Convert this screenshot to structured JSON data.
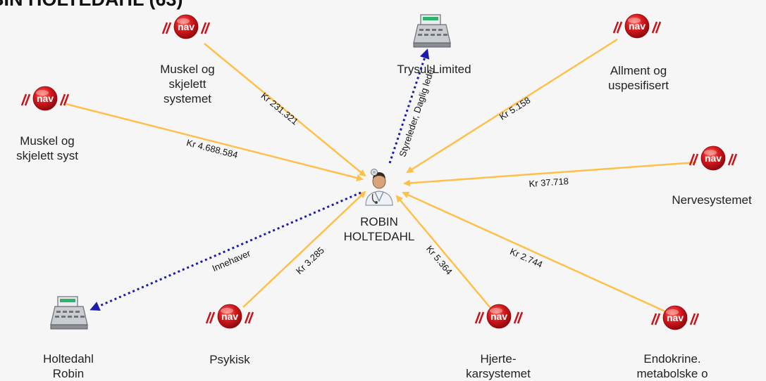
{
  "title": "BIN HOLTEDAHL (63)",
  "colors": {
    "background": "#f6f6f6",
    "payment_edge": "#ffc04a",
    "role_edge": "#1c1ca8",
    "nav_red": "#d2161c"
  },
  "center": {
    "label": "ROBIN\nHOLTEDAHL",
    "icon": "doctor-icon"
  },
  "nodes": [
    {
      "id": "muskel-skjelett-systemet",
      "icon": "nav-logo",
      "label": "Muskel og\nskjelett\nsystemet"
    },
    {
      "id": "muskel-skjelett-syst",
      "icon": "nav-logo",
      "label": "Muskel og\nskjelett syst"
    },
    {
      "id": "trysul-limited",
      "icon": "cash-register-icon",
      "label": "Trysul Limited"
    },
    {
      "id": "allment",
      "icon": "nav-logo",
      "label": "Allment og\nuspesifisert"
    },
    {
      "id": "nervesystemet",
      "icon": "nav-logo",
      "label": "Nervesystemet"
    },
    {
      "id": "holtedahl-robin",
      "icon": "cash-register-icon",
      "label": "Holtedahl\nRobin"
    },
    {
      "id": "psykisk",
      "icon": "nav-logo",
      "label": "Psykisk"
    },
    {
      "id": "hjerte",
      "icon": "nav-logo",
      "label": "Hjerte-\nkarsystemet"
    },
    {
      "id": "endokrine",
      "icon": "nav-logo",
      "label": "Endokrine.\nmetabolske o"
    }
  ],
  "nav_logo_text": "nav",
  "edges": [
    {
      "from": "muskel-skjelett-systemet",
      "kind": "payment",
      "label": "Kr 231.321"
    },
    {
      "from": "muskel-skjelett-syst",
      "kind": "payment",
      "label": "Kr 4.688.584"
    },
    {
      "from": "allment",
      "kind": "payment",
      "label": "Kr 5.158"
    },
    {
      "from": "nervesystemet",
      "kind": "payment",
      "label": "Kr 37.718"
    },
    {
      "from": "psykisk",
      "kind": "payment",
      "label": "Kr 3.285"
    },
    {
      "from": "hjerte",
      "kind": "payment",
      "label": "Kr 5.364"
    },
    {
      "from": "endokrine",
      "kind": "payment",
      "label": "Kr 2.744"
    },
    {
      "to": "trysul-limited",
      "kind": "role",
      "label": "Styreleder, Daglig leder"
    },
    {
      "to": "holtedahl-robin",
      "kind": "role",
      "label": "Innehaver"
    }
  ]
}
